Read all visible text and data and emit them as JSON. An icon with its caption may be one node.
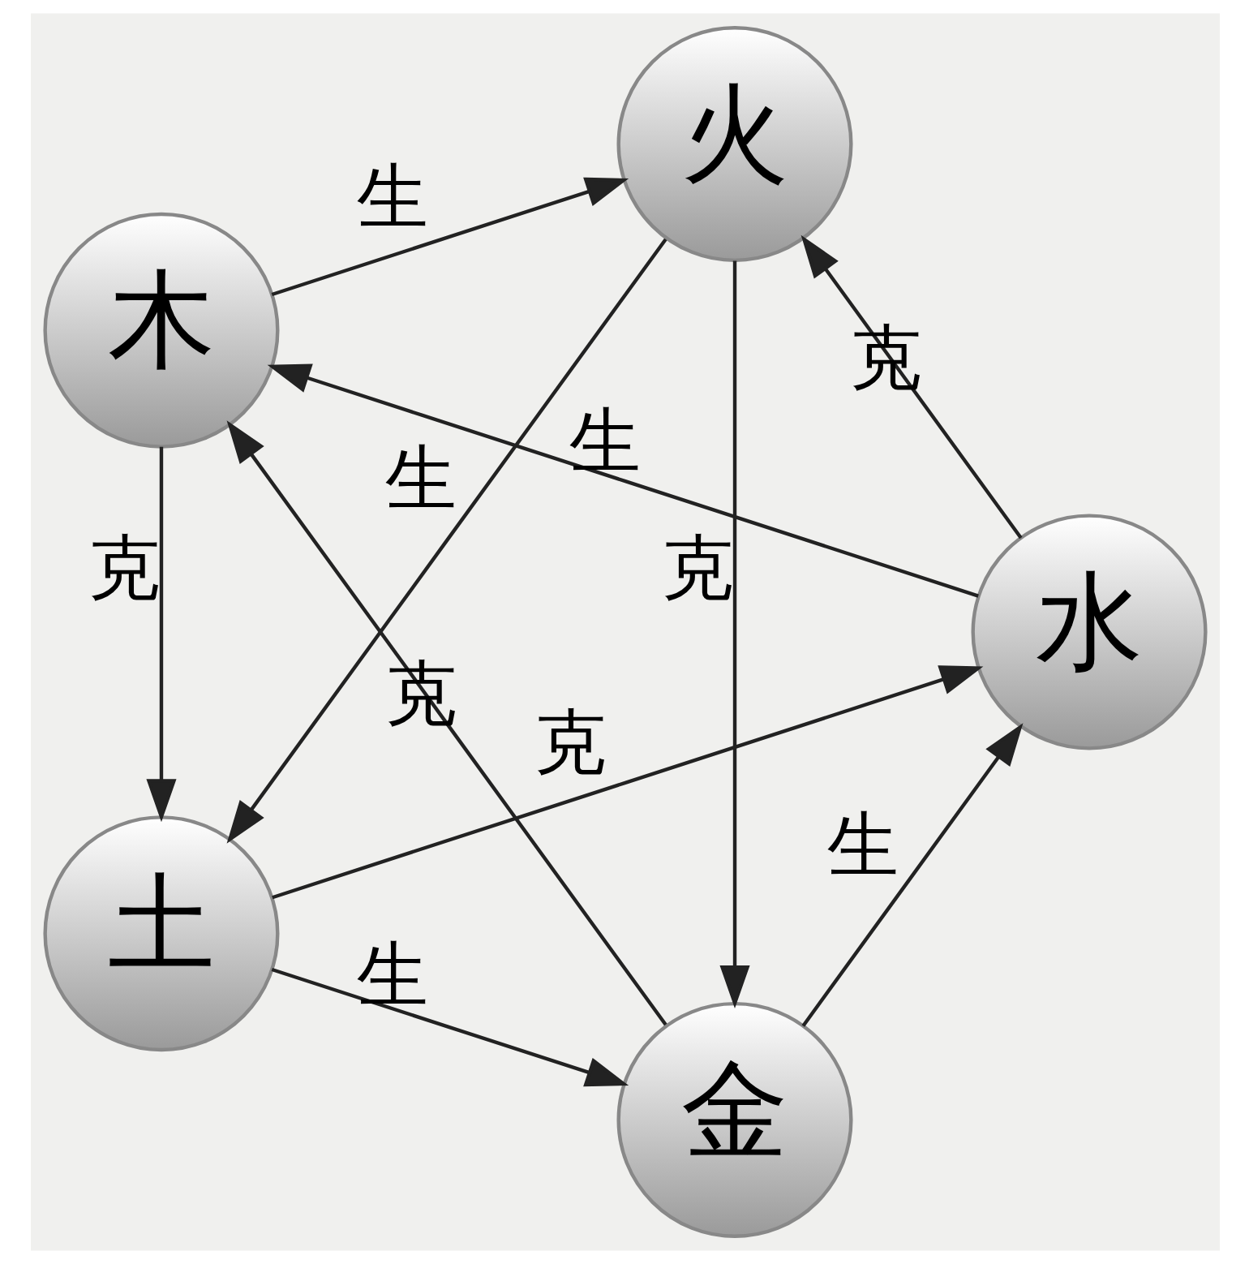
{
  "diagram": {
    "nodes": [
      {
        "text": [
          "金"
        ]
      },
      {
        "text": [
          "水"
        ]
      },
      {
        "text": [
          "木"
        ]
      },
      {
        "text": [
          "火"
        ]
      },
      {
        "text": [
          "土"
        ]
      }
    ],
    "edges": [
      {
        "from": 0,
        "to": 1,
        "arrow": "to",
        "label": "生"
      },
      {
        "from": 1,
        "to": 2,
        "arrow": "to",
        "label": "生"
      },
      {
        "from": 2,
        "to": 3,
        "arrow": "to",
        "label": "生"
      },
      {
        "from": 3,
        "to": 4,
        "arrow": "to",
        "label": "生"
      },
      {
        "from": 4,
        "to": 0,
        "arrow": "to",
        "label": "生"
      },
      {
        "from": 4,
        "to": 1,
        "arrow": "to",
        "label": "克"
      },
      {
        "from": 0,
        "to": 2,
        "arrow": "to",
        "label": "克"
      },
      {
        "from": 1,
        "to": 3,
        "arrow": "to",
        "label": "克"
      },
      {
        "from": 2,
        "to": 4,
        "arrow": "to",
        "label": "克"
      },
      {
        "from": 3,
        "to": 0,
        "arrow": "to",
        "label": "克"
      }
    ]
  }
}
